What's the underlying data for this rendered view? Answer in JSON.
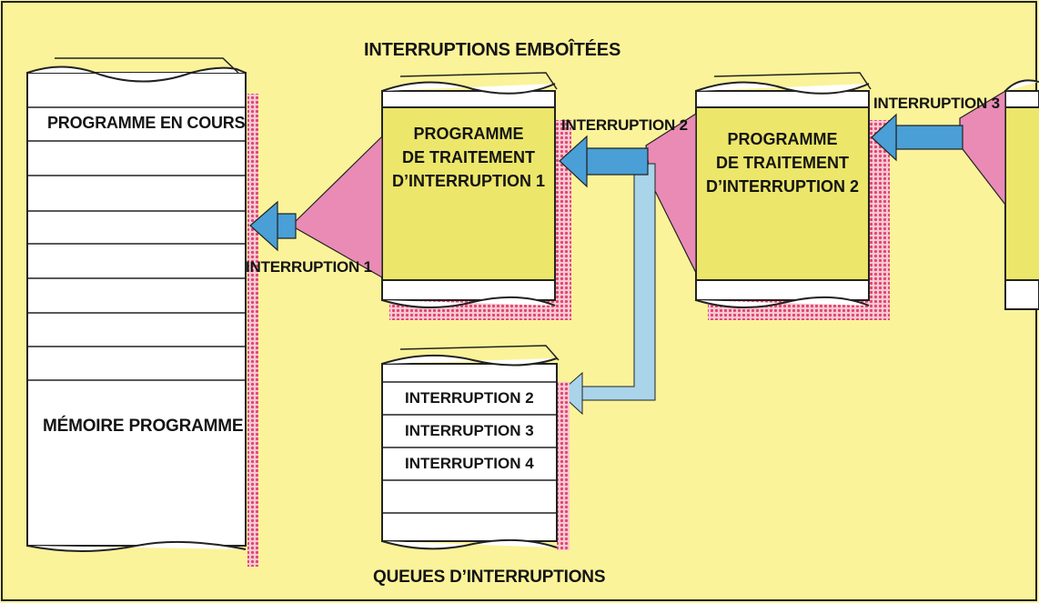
{
  "diagram": {
    "title": "INTERRUPTIONS EMBOÎTÉES",
    "memory": {
      "running_program": "PROGRAMME EN COURS",
      "caption": "MÉMOIRE PROGRAMME"
    },
    "handler1": {
      "line1": "PROGRAMME",
      "line2": "DE TRAITEMENT",
      "line3": "D’INTERRUPTION 1"
    },
    "handler2": {
      "line1": "PROGRAMME",
      "line2": "DE TRAITEMENT",
      "line3": "D’INTERRUPTION 2"
    },
    "arrows": {
      "interrupt1": "INTERRUPTION 1",
      "interrupt2": "INTERRUPTION 2",
      "interrupt3": "INTERRUPTION 3"
    },
    "queue": {
      "items": [
        "INTERRUPTION 2",
        "INTERRUPTION 3",
        "INTERRUPTION 4"
      ],
      "caption": "QUEUES D’INTERRUPTIONS"
    },
    "colors": {
      "background": "#fbf39a",
      "handler_fill": "#ece66a",
      "funnel": "#e98bb5",
      "arrow": "#4a9fd6",
      "queue_link": "#a9d4ea",
      "shadow": "#e0466e"
    }
  }
}
